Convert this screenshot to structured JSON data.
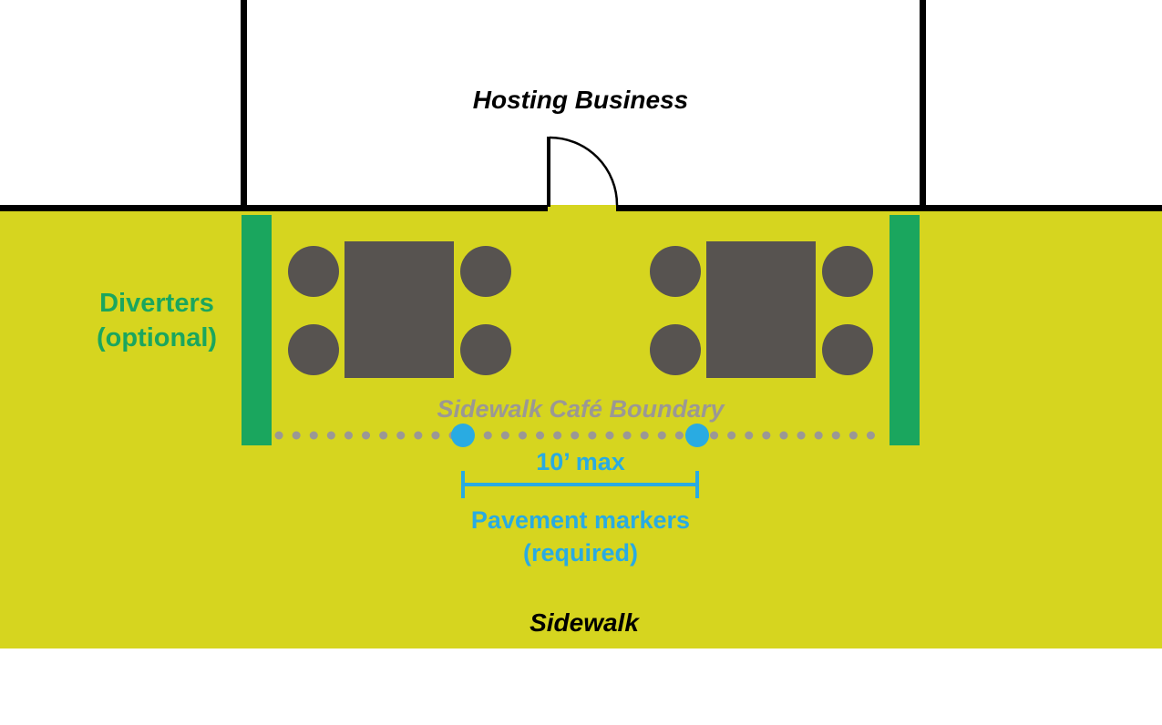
{
  "diagram": {
    "title": "Sidewalk cafe layout diagram",
    "labels": {
      "hosting_business": "Hosting Business",
      "diverters": {
        "line1": "Diverters",
        "line2": "(optional)"
      },
      "cafe_boundary": "Sidewalk Café Boundary",
      "marker_spacing": "10’ max",
      "pavement_markers": {
        "line1": "Pavement markers",
        "line2": "(required)"
      },
      "sidewalk": "Sidewalk"
    },
    "colors": {
      "sidewalk_yellow": "#d6d51f",
      "diverter_green": "#1aa65e",
      "furniture_gray": "#575350",
      "marker_blue": "#29abe2",
      "boundary_gray": "#9b9894",
      "wall_black": "#000000",
      "background_white": "#ffffff"
    },
    "elements": {
      "tables": 2,
      "chairs_per_table": 4,
      "diverters": 2,
      "pavement_markers": 2
    }
  }
}
